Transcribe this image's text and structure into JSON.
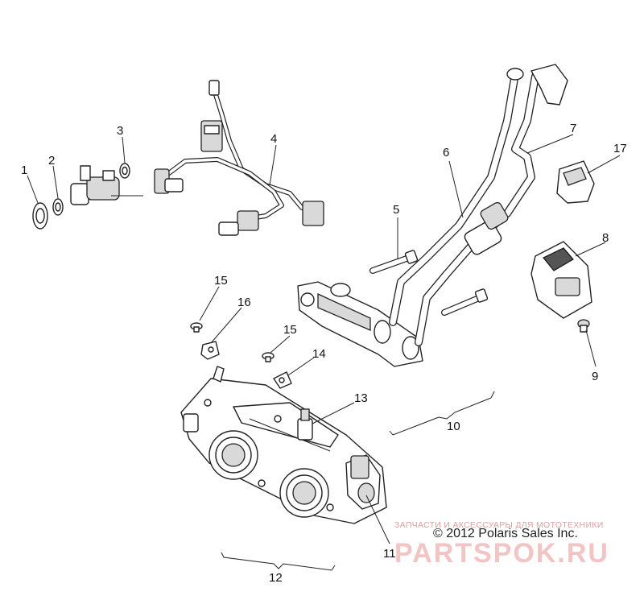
{
  "callouts": {
    "c1": "1",
    "c2": "2",
    "c3": "3",
    "c4": "4",
    "c5": "5",
    "c6": "6",
    "c7": "7",
    "c8": "8",
    "c9": "9",
    "c10": "10",
    "c11": "11",
    "c12": "12",
    "c13": "13",
    "c14": "14",
    "c15a": "15",
    "c15b": "15",
    "c16": "16",
    "c17": "17"
  },
  "copyright": "© 2012 Polaris Sales Inc.",
  "watermark": {
    "tagline": "ЗАПЧАСТИ И АКСЕССУАРЫ ДЛЯ МОТОТЕХНИКИ",
    "site": "PARTSPOK.RU"
  },
  "colors": {
    "line": "#222222",
    "background": "#ffffff",
    "watermark": "#f2c4c4"
  }
}
